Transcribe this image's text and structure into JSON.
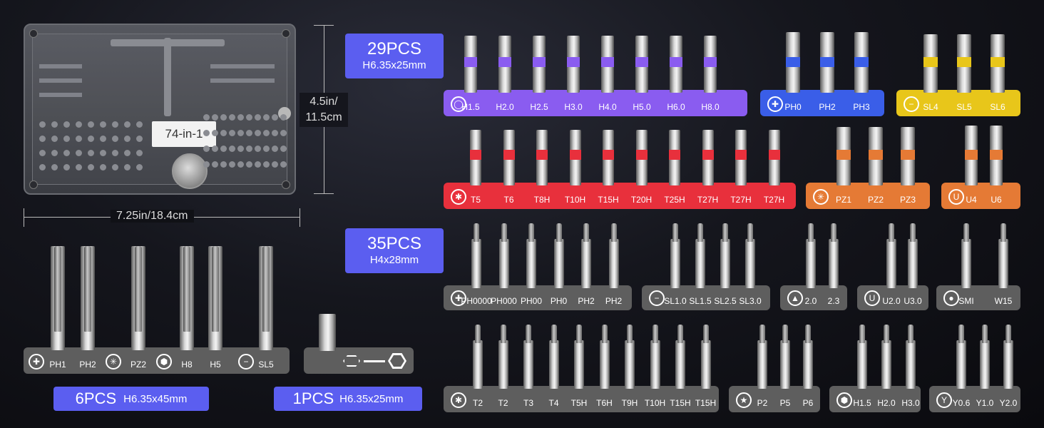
{
  "case": {
    "label": "74-in-1",
    "height_label": "4.5in/\n11.5cm",
    "width_label": "7.25in/18.4cm"
  },
  "badges": {
    "b29": {
      "big": "29PCS",
      "small": "H6.35x25mm"
    },
    "b35": {
      "big": "35PCS",
      "small": "H4x28mm"
    },
    "b6": {
      "big": "6PCS",
      "small": "H6.35x45mm"
    },
    "b1": {
      "big": "1PCS",
      "small": "H6.35x25mm"
    }
  },
  "colors": {
    "purple": "#8a5cf0",
    "blue": "#3a5ee8",
    "yellow": "#e8c61a",
    "red": "#e8303c",
    "orange": "#e57a35",
    "grey": "#5e5e5e",
    "case_badge": "#5b5ef0"
  },
  "strips": {
    "hex": [
      "H1.5",
      "H2.0",
      "H2.5",
      "H3.0",
      "H4.0",
      "H5.0",
      "H6.0",
      "H8.0"
    ],
    "ph": [
      "PH0",
      "PH2",
      "PH3"
    ],
    "sl": [
      "SL4",
      "SL5",
      "SL6"
    ],
    "torx": [
      "T5",
      "T6",
      "T8H",
      "T10H",
      "T15H",
      "T20H",
      "T25H",
      "T27H",
      "T27H",
      "T27H"
    ],
    "pz": [
      "PZ1",
      "PZ2",
      "PZ3"
    ],
    "u": [
      "U4",
      "U6"
    ],
    "ph_small": [
      "PH0000",
      "PH000",
      "PH00",
      "PH0",
      "PH2",
      "PH2"
    ],
    "sl_small": [
      "SL1.0",
      "SL1.5",
      "SL2.5",
      "SL3.0"
    ],
    "tri": [
      "2.0",
      "2.3"
    ],
    "u_small": [
      "U2.0",
      "U3.0"
    ],
    "smi": [
      "SMI",
      "W15"
    ],
    "torx_small": [
      "T2",
      "T2",
      "T3",
      "T4",
      "T5H",
      "T6H",
      "T9H",
      "T10H",
      "T15H",
      "T15H"
    ],
    "pent": [
      "P2",
      "P5",
      "P6"
    ],
    "hex_small": [
      "H1.5",
      "H2.0",
      "H3.0"
    ],
    "y": [
      "Y0.6",
      "Y1.0",
      "Y2.0"
    ],
    "long": [
      "PH1",
      "PH2",
      "PZ2",
      "H8",
      "H5",
      "SL5"
    ]
  }
}
